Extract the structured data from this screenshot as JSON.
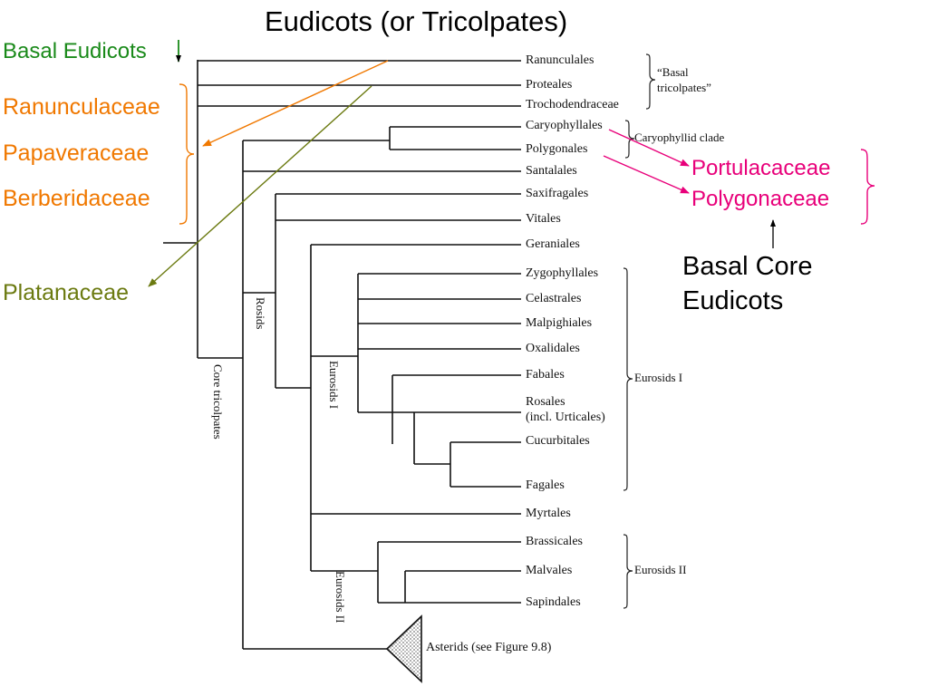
{
  "title": "Eudicots (or Tricolpates)",
  "colors": {
    "green": "#1a8a1a",
    "orange": "#f07800",
    "magenta": "#e8007a",
    "olive": "#6b7a10",
    "tree": "#111111"
  },
  "left_notes": {
    "basal_eudicots": "Basal Eudicots",
    "ranunculaceae": "Ranunculaceae",
    "papaveraceae": "Papaveraceae",
    "berberidaceae": "Berberidaceae",
    "platanaceae": "Platanaceae"
  },
  "right_notes": {
    "portulacaceae": "Portulacaceae",
    "polygonaceae": "Polygonaceae",
    "basal_core_line1": "Basal Core",
    "basal_core_line2": "Eudicots"
  },
  "taxa": [
    "Ranunculales",
    "Proteales",
    "Trochodendraceae",
    "Caryophyllales",
    "Polygonales",
    "Santalales",
    "Saxifragales",
    "Vitales",
    "Geraniales",
    "Zygophyllales",
    "Celastrales",
    "Malpighiales",
    "Oxalidales",
    "Fabales",
    "Rosales",
    "(incl. Urticales)",
    "Cucurbitales",
    "Fagales",
    "Myrtales",
    "Brassicales",
    "Malvales",
    "Sapindales",
    "Asterids (see Figure 9.8)"
  ],
  "groups": {
    "basal_tricolpates_1": "“Basal",
    "basal_tricolpates_2": "tricolpates”",
    "caryophyllid": "Caryophyllid clade",
    "eurosids_1": "Eurosids I",
    "eurosids_2": "Eurosids II"
  },
  "clade_labels": {
    "core_tricolpates": "Core tricolpates",
    "rosids": "Rosids",
    "eurosids_1": "Eurosids I",
    "eurosids_2": "Eurosids II"
  }
}
